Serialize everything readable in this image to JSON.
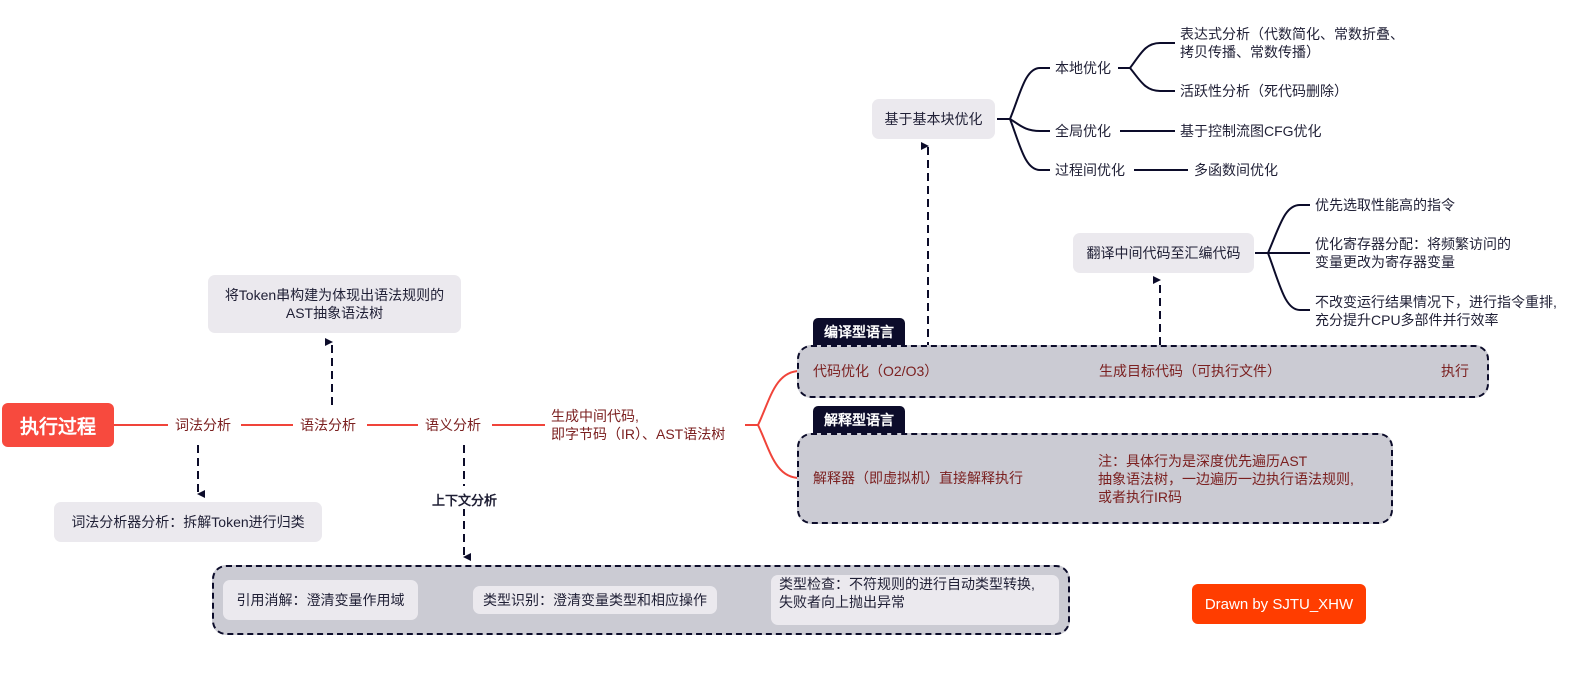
{
  "colors": {
    "root_fill": "#f74a3e",
    "main_branch_line": "#f0443a",
    "main_branch_text": "#7b2020",
    "dark_line": "#0c0c2a",
    "card_fill": "#ebe9ee",
    "group_fill": "#cbcbd3",
    "badge_fill": "#ff3d00"
  },
  "root": {
    "label": "执行过程"
  },
  "main_chain": [
    {
      "label": "词法分析"
    },
    {
      "label": "语法分析"
    },
    {
      "label": "语义分析"
    },
    {
      "label_line1": "生成中间代码,",
      "label_line2": "即字节码（IR）、AST语法树"
    }
  ],
  "lexical_note": {
    "label": "词法分析器分析：拆解Token进行归类"
  },
  "syntax_note": {
    "line1": "将Token串构建为体现出语法规则的",
    "line2": "AST抽象语法树"
  },
  "semantic": {
    "edge_label": "上下文分析",
    "steps": [
      {
        "label": "引用消解：澄清变量作用域"
      },
      {
        "label": "类型识别：澄清变量类型和相应操作"
      },
      {
        "line1": "类型检查：不符规则的进行自动类型转换,",
        "line2": "失败者向上抛出异常"
      }
    ]
  },
  "compiled": {
    "tag": "编译型语言",
    "steps": [
      {
        "label": "代码优化（O2/O3）"
      },
      {
        "label": "生成目标代码（可执行文件）"
      },
      {
        "label": "执行"
      }
    ]
  },
  "interpreted": {
    "tag": "解释型语言",
    "step": {
      "label": "解释器（即虚拟机）直接解释执行"
    },
    "note": {
      "line1": "注：具体行为是深度优先遍历AST",
      "line2": "抽象语法树，一边遍历一边执行语法规则,",
      "line3": "或者执行IR码"
    }
  },
  "basic_block": {
    "label": "基于基本块优化",
    "children": [
      {
        "label": "本地优化",
        "children": [
          {
            "line1": "表达式分析（代数简化、常数折叠、",
            "line2": "拷贝传播、常数传播）"
          },
          {
            "label": "活跃性分析（死代码删除）"
          }
        ]
      },
      {
        "label": "全局优化",
        "child": "基于控制流图CFG优化"
      },
      {
        "label": "过程间优化",
        "child": "多函数间优化"
      }
    ]
  },
  "codegen": {
    "label": "翻译中间代码至汇编代码",
    "children": [
      {
        "label": "优先选取性能高的指令"
      },
      {
        "line1": "优化寄存器分配：将频繁访问的",
        "line2": "变量更改为寄存器变量"
      },
      {
        "line1": "不改变运行结果情况下，进行指令重排,",
        "line2": "充分提升CPU多部件并行效率"
      }
    ]
  },
  "credit": {
    "label": "Drawn by SJTU_XHW"
  }
}
